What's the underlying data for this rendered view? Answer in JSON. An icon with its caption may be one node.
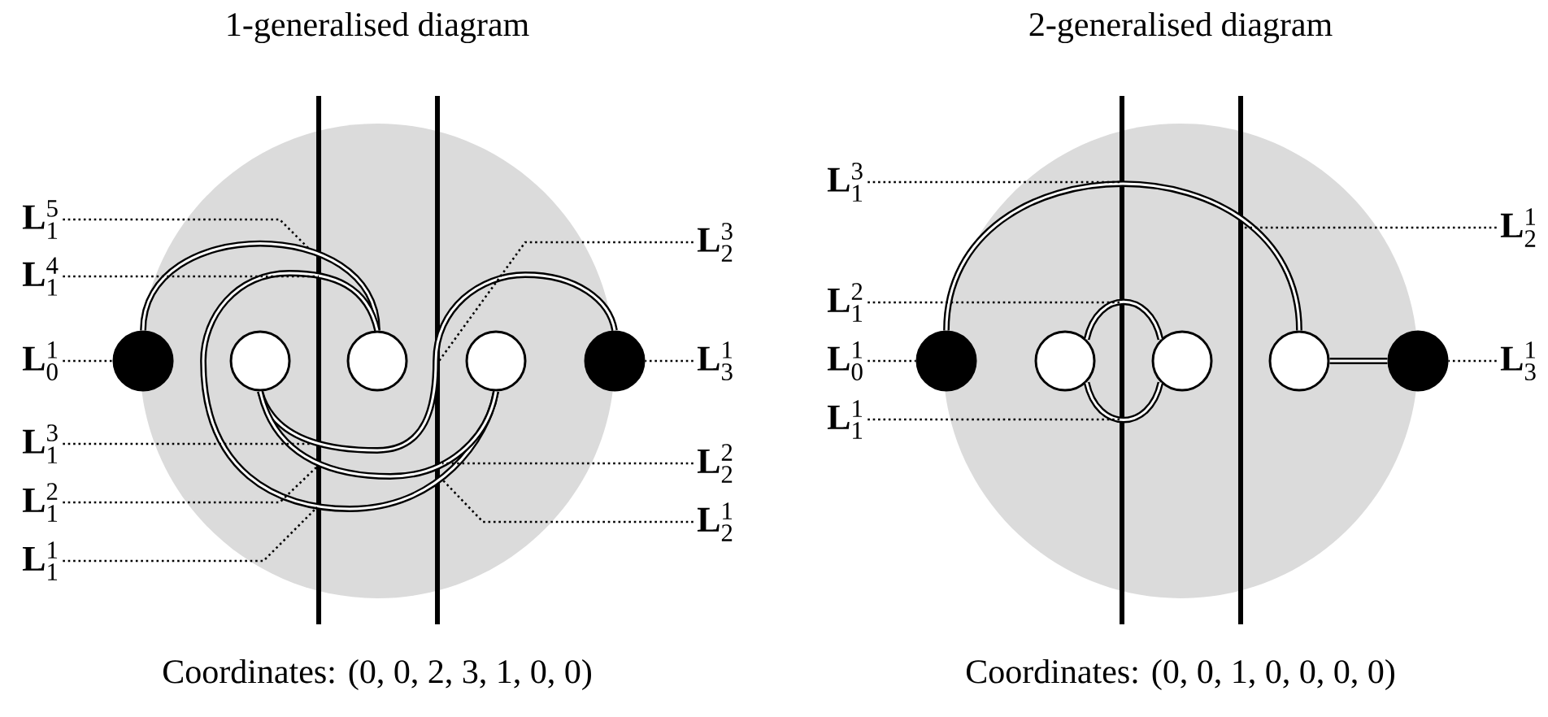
{
  "diagram": {
    "nodes": [
      {
        "text": [],
        "shape": "circle"
      },
      {
        "text": [],
        "shape": "circle"
      },
      {
        "text": [],
        "shape": "circle"
      },
      {
        "text": [],
        "shape": "circle"
      },
      {
        "text": [],
        "shape": "circle"
      },
      {
        "text": [
          "\\mathbf{L}_1^5"
        ]
      },
      {
        "text": [
          "\\mathbf{L}_1^4"
        ]
      },
      {
        "text": [
          "\\mathbf{L}_0^1"
        ]
      },
      {
        "text": [
          "\\mathbf{L}_1^3"
        ]
      },
      {
        "text": [
          "\\mathbf{L}_1^2"
        ]
      },
      {
        "text": [
          "\\mathbf{L}_1^1"
        ]
      },
      {
        "text": [
          "\\mathbf{L}_2^3"
        ]
      },
      {
        "text": [
          "\\mathbf{L}_3^1"
        ]
      },
      {
        "text": [
          "\\mathbf{L}_2^2"
        ]
      },
      {
        "text": [
          "\\mathbf{L}_2^1"
        ]
      },
      {
        "text": [],
        "shape": "circle"
      },
      {
        "text": [],
        "shape": "circle"
      },
      {
        "text": [],
        "shape": "circle"
      },
      {
        "text": [],
        "shape": "circle"
      },
      {
        "text": [],
        "shape": "circle"
      },
      {
        "text": [
          "\\mathbf{L}_1^3"
        ]
      },
      {
        "text": [
          "\\mathbf{L}_1^2"
        ]
      },
      {
        "text": [
          "\\mathbf{L}_0^1"
        ]
      },
      {
        "text": [
          "\\mathbf{L}_1^1"
        ]
      },
      {
        "text": [
          "\\mathbf{L}_2^1"
        ]
      },
      {
        "text": [
          "\\mathbf{L}_3^1"
        ]
      }
    ],
    "edges": [
      {
        "from": 0,
        "to": 2,
        "arrow": "none",
        "style": "thick"
      },
      {
        "from": 2,
        "to": 3,
        "arrow": "none",
        "style": "thick"
      },
      {
        "from": 1,
        "to": 4,
        "arrow": "none",
        "style": "thick"
      },
      {
        "from": 1,
        "to": 3,
        "arrow": "none",
        "style": "thick"
      },
      {
        "from": 15,
        "to": 18,
        "arrow": "none",
        "style": "thick"
      },
      {
        "from": 16,
        "to": 17,
        "arrow": "none",
        "style": "thick"
      },
      {
        "from": 16,
        "to": 17,
        "arrow": "none",
        "style": "thick"
      },
      {
        "from": 18,
        "to": 19,
        "arrow": "none",
        "style": "thick"
      },
      {
        "from": 5,
        "to": null,
        "arrow": "none",
        "style": "dashed"
      },
      {
        "from": 6,
        "to": null,
        "arrow": "none",
        "style": "dashed"
      },
      {
        "from": 7,
        "to": 0,
        "arrow": "none",
        "style": "dashed"
      },
      {
        "from": 8,
        "to": null,
        "arrow": "none",
        "style": "dashed"
      },
      {
        "from": 9,
        "to": null,
        "arrow": "none",
        "style": "dashed"
      },
      {
        "from": 10,
        "to": null,
        "arrow": "none",
        "style": "dashed"
      },
      {
        "from": 11,
        "to": null,
        "arrow": "none",
        "style": "dashed"
      },
      {
        "from": 12,
        "to": 4,
        "arrow": "none",
        "style": "dashed"
      },
      {
        "from": 13,
        "to": null,
        "arrow": "none",
        "style": "dashed"
      },
      {
        "from": 14,
        "to": null,
        "arrow": "none",
        "style": "dashed"
      },
      {
        "from": 20,
        "to": null,
        "arrow": "none",
        "style": "dashed"
      },
      {
        "from": 21,
        "to": null,
        "arrow": "none",
        "style": "dashed"
      },
      {
        "from": 22,
        "to": 15,
        "arrow": "none",
        "style": "dashed"
      },
      {
        "from": 23,
        "to": null,
        "arrow": "none",
        "style": "dashed"
      },
      {
        "from": 24,
        "to": null,
        "arrow": "none",
        "style": "dashed"
      },
      {
        "from": 25,
        "to": 19,
        "arrow": "none",
        "style": "dashed"
      }
    ],
    "labels": [
      "1-generalised diagram",
      "2-generalised diagram",
      "Coordinates: (0, 0, 2, 3, 1, 0, 0)",
      "Coordinates: (0, 0, 1, 0, 0, 0, 0)"
    ]
  }
}
